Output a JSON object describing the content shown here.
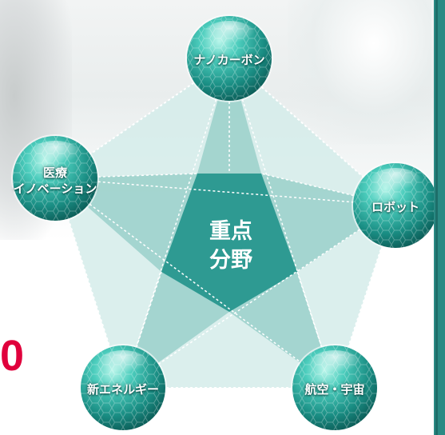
{
  "diagram": {
    "center": {
      "line1": "重点",
      "line2": "分野"
    },
    "nodes": [
      {
        "key": "nano",
        "label": "ナノカーボン"
      },
      {
        "key": "robot",
        "label": "ロボット"
      },
      {
        "key": "aero",
        "label": "航空・宇宙"
      },
      {
        "key": "energy",
        "label": "新エネルギー"
      },
      {
        "key": "medical",
        "line1": "医療",
        "line2": "イノベーション"
      }
    ]
  },
  "page": {
    "partial_glyph": "0"
  },
  "colors": {
    "pentagon": "#d5ecea",
    "star": "#9dd2cc",
    "center": "#2e9a92",
    "sphere_light": "#6fe0d0",
    "sphere_dark": "#0f6f68",
    "accent_red": "#e0003c",
    "side_bar": "#2a8a84"
  }
}
